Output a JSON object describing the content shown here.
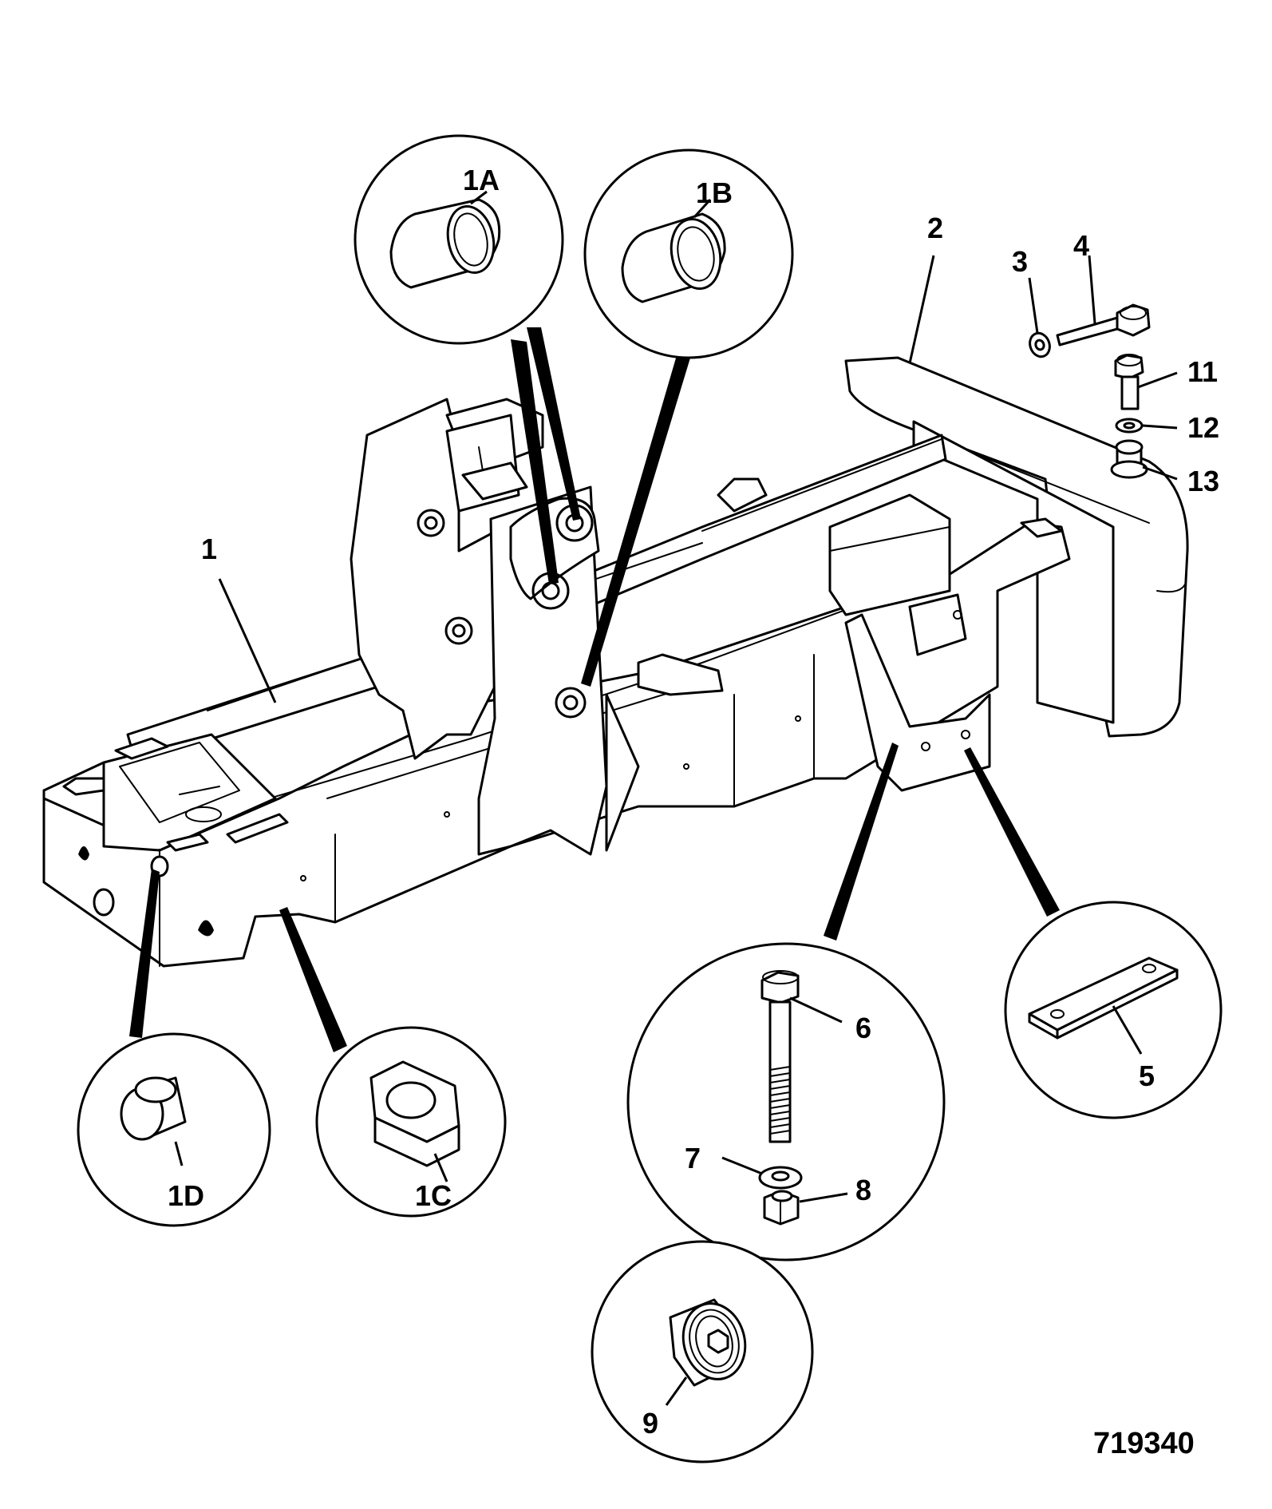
{
  "colors": {
    "line": "#000000",
    "background": "#ffffff"
  },
  "figure_number": "719340",
  "callouts": {
    "c1": "1",
    "c1A": "1A",
    "c1B": "1B",
    "c1C": "1C",
    "c1D": "1D",
    "c2": "2",
    "c3": "3",
    "c4": "4",
    "c5": "5",
    "c6": "6",
    "c7": "7",
    "c8": "8",
    "c9": "9",
    "c11": "11",
    "c12": "12",
    "c13": "13"
  }
}
